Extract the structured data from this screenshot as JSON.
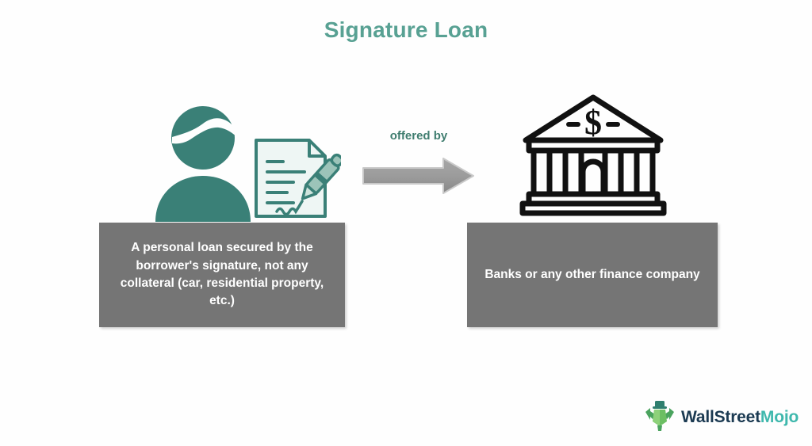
{
  "slide": {
    "title": "Signature Loan",
    "background_color": "#fefefe",
    "accent_teal": "#3a8077",
    "title_color": "#58a193",
    "box_gray": "#757575",
    "arrow_gray": "#9a9a9a"
  },
  "borrower": {
    "icon_person": "person-icon",
    "icon_document": "signed-document-icon",
    "description": "A personal loan secured by the borrower's signature, not any collateral (car, residential property, etc.)"
  },
  "relation": {
    "label": "offered by",
    "label_color": "#3f7d6f",
    "arrow": "right-arrow-icon"
  },
  "lender": {
    "icon_bank": "bank-icon",
    "description": "Banks or any other finance company"
  },
  "logo": {
    "mark": "wallstreetmojo-bull-icon",
    "text_primary": "WallStreet",
    "text_accent": "Mojo",
    "primary_color": "#1b3a52",
    "accent_color": "#3fb8ad"
  }
}
